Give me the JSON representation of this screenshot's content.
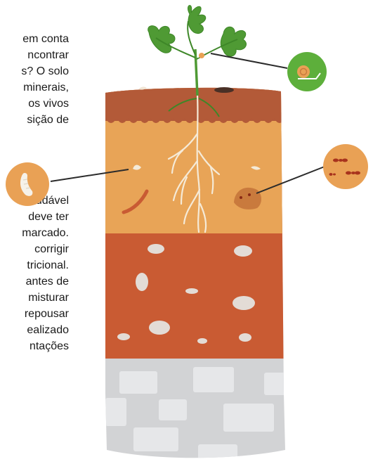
{
  "text_lines": [
    "em conta",
    "ncontrar",
    "s? O solo",
    "minerais,",
    "os vivos",
    "sição de",
    "saudável",
    "deve ter",
    "marcado.",
    "corrigir",
    "tricional.",
    "antes de",
    "misturar",
    "repousar",
    "ealizado",
    "ntações"
  ],
  "colors": {
    "topsoil": "#b35a38",
    "topsoil_dark": "#93452a",
    "subsoil": "#e8a457",
    "clay": "#c95b33",
    "bedrock": "#d2d3d5",
    "callout_green": "#5daf3b",
    "callout_orange": "#e9a155",
    "leaf_green": "#4f9a34"
  },
  "icons": [
    "seedling-plant-icon",
    "snail-icon",
    "grub-larva-icon",
    "ants-icon",
    "earthworm-icon",
    "root-system-icon"
  ]
}
